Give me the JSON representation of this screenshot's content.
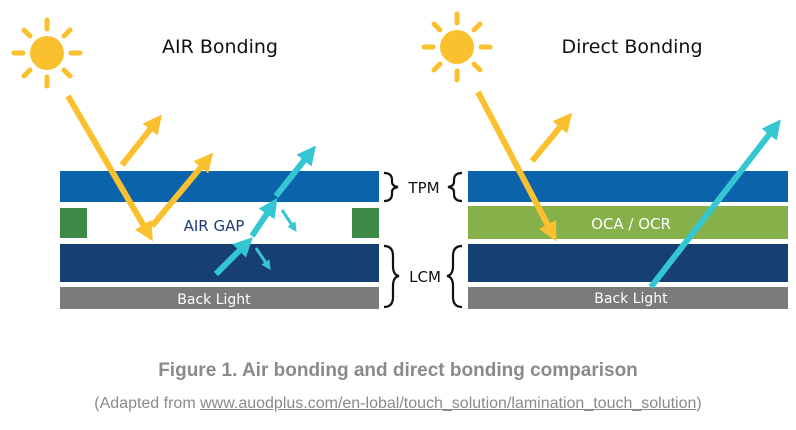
{
  "left_panel": {
    "title": "AIR Bonding",
    "air_gap_label": "AIR GAP",
    "backlight_label": "Back Light"
  },
  "right_panel": {
    "title": "Direct Bonding",
    "oca_label": "OCA / OCR",
    "backlight_label": "Back Light"
  },
  "brace_labels": {
    "tpm": "TPM",
    "lcm": "LCM"
  },
  "caption": {
    "title": "Figure 1. Air bonding and direct bonding comparison",
    "source_prefix": "(Adapted from ",
    "source_link": "www.auodplus.com/en-lobal/touch_solution/lamination_touch_solution",
    "source_suffix": ")"
  },
  "colors": {
    "tpm_blue": "#0a63ab",
    "lcm_navy": "#163f72",
    "backlight_gray": "#7b7b7b",
    "spacer_green": "#3c8a45",
    "oca_green": "#86b04a",
    "sun_yellow": "#fbc02d",
    "light_cyan": "#35c6d3",
    "label_navy": "#1f3d75"
  },
  "icons": [
    "sun-icon",
    "arrow-icon",
    "brace-icon"
  ]
}
